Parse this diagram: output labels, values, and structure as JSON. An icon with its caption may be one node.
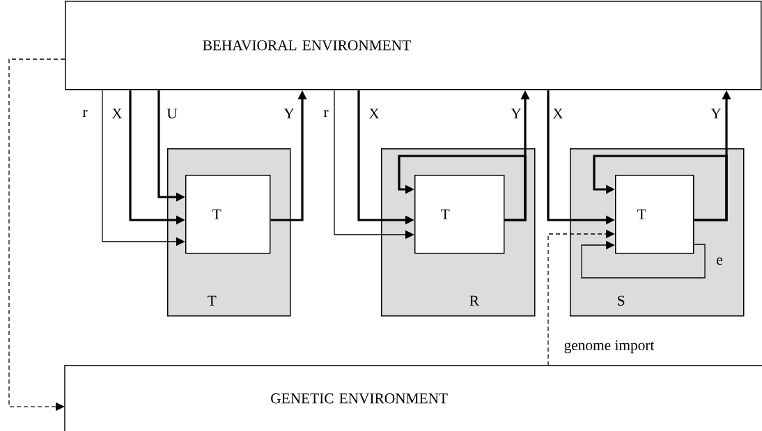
{
  "diagram": {
    "nodes": [
      {
        "text": [
          "BEHAVIORAL ENVIRONMENT"
        ]
      },
      {
        "text": [
          "T"
        ]
      },
      {
        "text": [
          "T"
        ],
        "in": 1
      },
      {
        "text": [
          "R"
        ]
      },
      {
        "text": [
          "T"
        ],
        "in": 3
      },
      {
        "text": [
          "S"
        ]
      },
      {
        "text": [
          "T"
        ],
        "in": 5
      },
      {
        "text": [
          "GENETIC ENVIRONMENT"
        ]
      }
    ],
    "edges": [
      {
        "from": 0,
        "to": 2,
        "arrow": "to",
        "label": "r"
      },
      {
        "from": 0,
        "to": 2,
        "arrow": "to",
        "label": "X"
      },
      {
        "from": 0,
        "to": 2,
        "arrow": "to",
        "label": "U"
      },
      {
        "from": 2,
        "to": 0,
        "arrow": "to",
        "label": "Y"
      },
      {
        "from": 0,
        "to": 4,
        "arrow": "to",
        "label": "r"
      },
      {
        "from": 0,
        "to": 4,
        "arrow": "to",
        "label": "X"
      },
      {
        "from": 4,
        "to": 0,
        "arrow": "to",
        "label": "Y"
      },
      {
        "from": 4,
        "to": 4,
        "arrow": "to"
      },
      {
        "from": 0,
        "to": 6,
        "arrow": "to",
        "label": "X"
      },
      {
        "from": 6,
        "to": 0,
        "arrow": "to",
        "label": "Y"
      },
      {
        "from": 6,
        "to": 6,
        "arrow": "to"
      },
      {
        "from": 6,
        "to": 6,
        "arrow": "to",
        "label": "e"
      },
      {
        "from": 7,
        "to": 6,
        "arrow": "to",
        "label": "genome import",
        "style": "dashed"
      },
      {
        "from": 0,
        "to": 7,
        "arrow": "to",
        "style": "dashed"
      }
    ]
  }
}
